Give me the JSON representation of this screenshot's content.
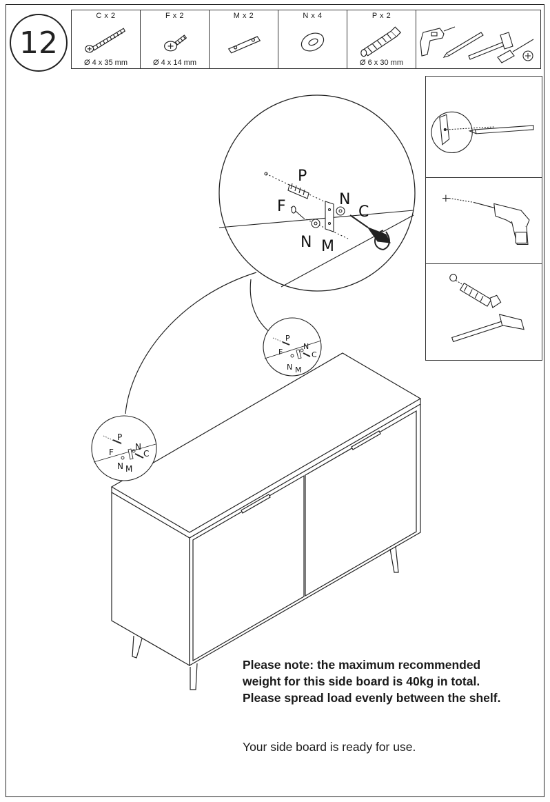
{
  "step": {
    "number": "12"
  },
  "parts": [
    {
      "id": "C",
      "qty": "C x 2",
      "size": "Ø 4 x 35 mm",
      "icon": "long-screw-icon"
    },
    {
      "id": "F",
      "qty": "F x 2",
      "size": "Ø 4 x 14 mm",
      "icon": "short-screw-icon"
    },
    {
      "id": "M",
      "qty": "M x 2",
      "size": "",
      "icon": "metal-bracket-icon"
    },
    {
      "id": "N",
      "qty": "N x 4",
      "size": "",
      "icon": "washer-icon"
    },
    {
      "id": "P",
      "qty": "P x 2",
      "size": "Ø 6 x 30 mm",
      "icon": "wall-plug-icon"
    }
  ],
  "tools": [
    "drill-icon",
    "pencil-icon",
    "hammer-icon",
    "screwdriver-icon"
  ],
  "callout_labels": {
    "plug": "P",
    "screw_f": "F",
    "washer_left": "N",
    "bracket": "M",
    "washer_right": "N",
    "screw_c": "C"
  },
  "side_steps": [
    "mark-wall-icon",
    "drill-hole-icon",
    "hammer-plug-icon"
  ],
  "note_lines": [
    "Please note: the maximum recommended",
    "weight for this side board is 40kg in total.",
    "Please spread load evenly between the shelf."
  ],
  "ready_text": "Your side board is ready for use."
}
